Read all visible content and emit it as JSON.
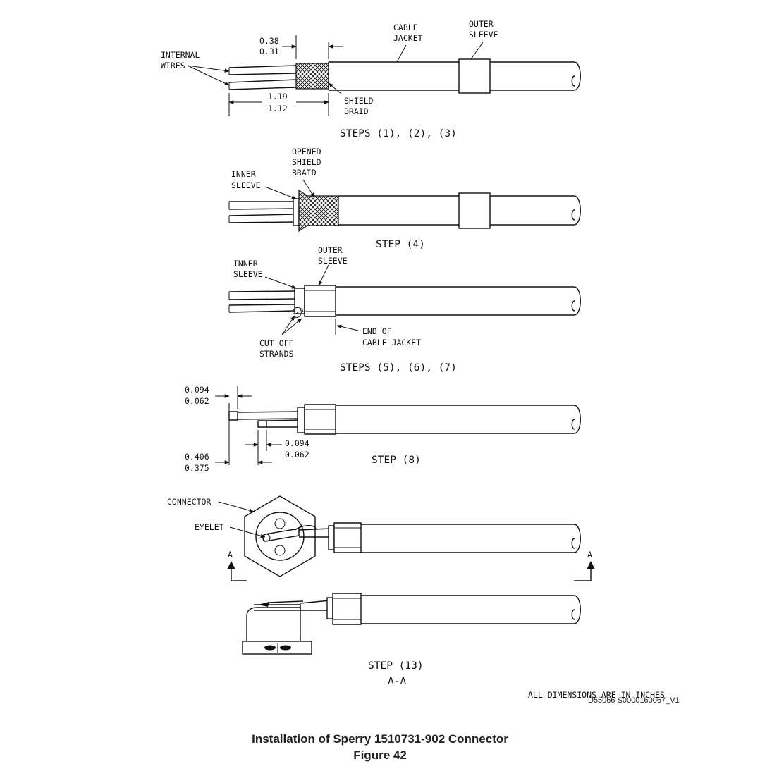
{
  "figure": {
    "title": "Installation of Sperry 1510731-902 Connector",
    "number": "Figure 42",
    "drawing_id": "D55066 S0000160067_V1",
    "note": "ALL DIMENSIONS ARE IN INCHES"
  },
  "view1": {
    "label_internal_wires_1": "INTERNAL",
    "label_internal_wires_2": "WIRES",
    "dim_top_1": "0.38",
    "dim_top_2": "0.31",
    "label_cable_jacket_1": "CABLE",
    "label_cable_jacket_2": "JACKET",
    "label_outer_sleeve_1": "OUTER",
    "label_outer_sleeve_2": "SLEEVE",
    "dim_bottom_1": "1.19",
    "dim_bottom_2": "1.12",
    "label_shield_braid_1": "SHIELD",
    "label_shield_braid_2": "BRAID",
    "step": "STEPS (1), (2), (3)"
  },
  "view2": {
    "label_opened_1": "OPENED",
    "label_opened_2": "SHIELD",
    "label_opened_3": "BRAID",
    "label_inner_sleeve_1": "INNER",
    "label_inner_sleeve_2": "SLEEVE",
    "step": "STEP (4)"
  },
  "view3": {
    "label_outer_sleeve_1": "OUTER",
    "label_outer_sleeve_2": "SLEEVE",
    "label_inner_sleeve_1": "INNER",
    "label_inner_sleeve_2": "SLEEVE",
    "label_end_jacket_1": "END OF",
    "label_end_jacket_2": "CABLE JACKET",
    "label_cut_off_1": "CUT OFF",
    "label_cut_off_2": "STRANDS",
    "step": "STEPS (5), (6), (7)"
  },
  "view4": {
    "dim_top_1": "0.094",
    "dim_top_2": "0.062",
    "dim_mid_1": "0.094",
    "dim_mid_2": "0.062",
    "dim_bottom_1": "0.406",
    "dim_bottom_2": "0.375",
    "step": "STEP (8)"
  },
  "view5": {
    "label_connector": "CONNECTOR",
    "label_eyelet": "EYELET",
    "section_left": "A",
    "section_right": "A",
    "step": "STEP (13)",
    "section_label": "A-A"
  }
}
